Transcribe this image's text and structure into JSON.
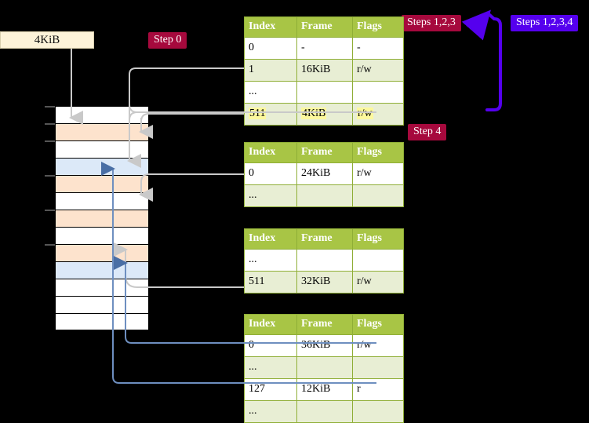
{
  "labels": {
    "mem_block": "4KiB",
    "step0": "Step 0",
    "step4": "Step 4",
    "steps123": "Steps 1,2,3",
    "steps1234": "Steps 1,2,3,4"
  },
  "colors": {
    "header_green": "#a8c545",
    "row_alt": "#e8eed4",
    "highlight_yellow": "#fcf89d",
    "badge_red": "#a6093d",
    "badge_violet": "#5500ee",
    "mem_peach": "#fde3cd",
    "mem_blue": "#dce9f8",
    "mem_label_bg": "#fdf3d9",
    "wire_gray": "#c9c9c9",
    "wire_blue": "#6e8fc0",
    "bracket_violet": "#5500ee"
  },
  "columns": [
    "Index",
    "Frame",
    "Flags"
  ],
  "tables": [
    {
      "name": "pml4-table",
      "rows": [
        {
          "index": "0",
          "frame": "-",
          "flags": "-",
          "alt": false,
          "highlight": false
        },
        {
          "index": "1",
          "frame": "16KiB",
          "flags": "r/w",
          "alt": true,
          "highlight": false
        },
        {
          "index": "...",
          "frame": "",
          "flags": "",
          "alt": false,
          "highlight": false
        },
        {
          "index": "511",
          "frame": "4KiB",
          "flags": "r/w",
          "alt": true,
          "highlight": true
        }
      ]
    },
    {
      "name": "pdp-table",
      "rows": [
        {
          "index": "0",
          "frame": "24KiB",
          "flags": "r/w",
          "alt": false,
          "highlight": false
        },
        {
          "index": "...",
          "frame": "",
          "flags": "",
          "alt": true,
          "highlight": false
        }
      ]
    },
    {
      "name": "pd-table",
      "rows": [
        {
          "index": "...",
          "frame": "",
          "flags": "",
          "alt": false,
          "highlight": false
        },
        {
          "index": "511",
          "frame": "32KiB",
          "flags": "r/w",
          "alt": true,
          "highlight": false
        }
      ]
    },
    {
      "name": "pt-table",
      "rows": [
        {
          "index": "0",
          "frame": "36KiB",
          "flags": "r/w",
          "alt": false,
          "highlight": false
        },
        {
          "index": "...",
          "frame": "",
          "flags": "",
          "alt": true,
          "highlight": false
        },
        {
          "index": "127",
          "frame": "12KiB",
          "flags": "r",
          "alt": false,
          "highlight": false
        },
        {
          "index": "...",
          "frame": "",
          "flags": "",
          "alt": true,
          "highlight": false
        }
      ]
    }
  ],
  "memory_column": {
    "rows": [
      {
        "fill": "white",
        "tick": true
      },
      {
        "fill": "peach",
        "tick": true
      },
      {
        "fill": "white",
        "tick": true
      },
      {
        "fill": "blue",
        "tick": false
      },
      {
        "fill": "peach",
        "tick": true
      },
      {
        "fill": "white",
        "tick": false
      },
      {
        "fill": "peach",
        "tick": true
      },
      {
        "fill": "white",
        "tick": false
      },
      {
        "fill": "peach",
        "tick": true
      },
      {
        "fill": "blue",
        "tick": false
      },
      {
        "fill": "white",
        "tick": false
      },
      {
        "fill": "white",
        "tick": false
      },
      {
        "fill": "white",
        "tick": false
      }
    ]
  }
}
